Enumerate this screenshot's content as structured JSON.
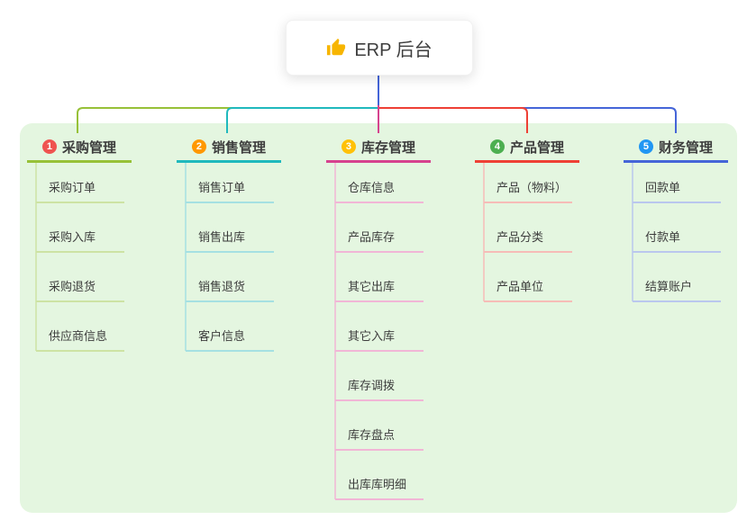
{
  "root": {
    "title": "ERP 后台",
    "icon": "thumbs-up-icon",
    "icon_color": "#f7b500"
  },
  "colors": {
    "background_panel": "#e4f6e0",
    "root_link": "#4565d8"
  },
  "branches": [
    {
      "index": "1",
      "title": "采购管理",
      "badge_color": "#ef5350",
      "line_color": "#97c138",
      "child_line_color": "#cde3a4",
      "children": [
        "采购订单",
        "采购入库",
        "采购退货",
        "供应商信息"
      ]
    },
    {
      "index": "2",
      "title": "销售管理",
      "badge_color": "#ff9800",
      "line_color": "#1fb9bd",
      "child_line_color": "#a5e0e2",
      "children": [
        "销售订单",
        "销售出库",
        "销售退货",
        "客户信息"
      ]
    },
    {
      "index": "3",
      "title": "库存管理",
      "badge_color": "#ffc107",
      "line_color": "#d6428e",
      "child_line_color": "#f1b6d6",
      "children": [
        "仓库信息",
        "产品库存",
        "其它出库",
        "其它入库",
        "库存调拨",
        "库存盘点",
        "出库库明细"
      ]
    },
    {
      "index": "4",
      "title": "产品管理",
      "badge_color": "#4caf50",
      "line_color": "#ee4035",
      "child_line_color": "#f6bcb7",
      "children": [
        "产品（物料）",
        "产品分类",
        "产品单位"
      ]
    },
    {
      "index": "5",
      "title": "财务管理",
      "badge_color": "#2196f3",
      "line_color": "#4565d8",
      "child_line_color": "#bac7ee",
      "children": [
        "回款单",
        "付款单",
        "结算账户"
      ]
    }
  ]
}
